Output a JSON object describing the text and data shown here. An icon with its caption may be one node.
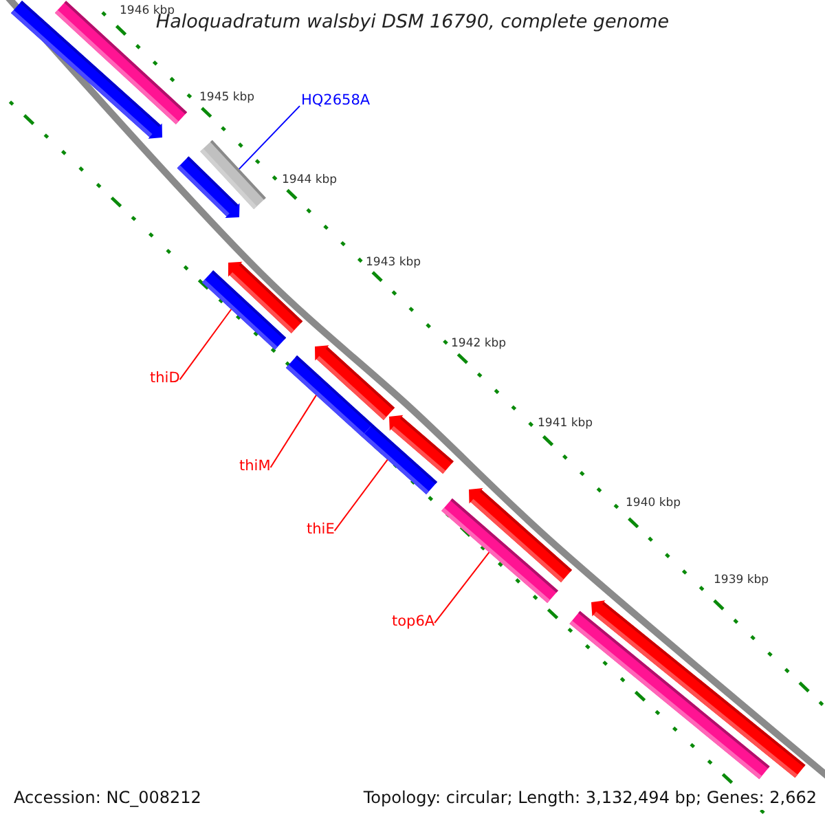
{
  "diagram": {
    "title": "Haloquadratum walsbyi DSM 16790, complete genome",
    "nodes": [
      {
        "text": [
          "HQ2658A"
        ]
      },
      {
        "text": [
          "thiD"
        ]
      },
      {
        "text": [
          "thiM"
        ]
      },
      {
        "text": [
          "thiE"
        ]
      },
      {
        "text": [
          "top6A"
        ]
      },
      {
        "text": [],
        "shape": "bar"
      },
      {
        "text": [],
        "shape": "bar"
      },
      {
        "text": [],
        "shape": "bar"
      },
      {
        "text": [],
        "shape": "bar"
      },
      {
        "text": [],
        "shape": "bar"
      },
      {
        "text": [],
        "shape": "bar"
      },
      {
        "text": [],
        "shape": "bar"
      },
      {
        "text": [],
        "shape": "bar"
      },
      {
        "text": [],
        "shape": "bar"
      },
      {
        "text": [],
        "shape": "bar"
      },
      {
        "text": [],
        "shape": "bar"
      },
      {
        "text": [],
        "shape": "bar"
      },
      {
        "text": [],
        "shape": "bar"
      },
      {
        "text": [],
        "shape": "bar"
      }
    ],
    "edges": [
      {
        "from": 0,
        "to": 7,
        "arrow": "none",
        "color": "#0000ff"
      },
      {
        "from": 1,
        "to": 10,
        "arrow": "none"
      },
      {
        "from": 2,
        "to": 13,
        "arrow": "none"
      },
      {
        "from": 3,
        "to": 14,
        "arrow": "none"
      },
      {
        "from": 4,
        "to": 16,
        "arrow": "none"
      }
    ],
    "labels": [
      "1946 kbp",
      "1945 kbp",
      "1944 kbp",
      "1943 kbp",
      "1942 kbp",
      "1941 kbp",
      "1940 kbp",
      "1939 kbp",
      "Accession: NC_008212",
      "Topology: circular; Length: 3,132,494 bp; Genes: 2,662"
    ]
  }
}
